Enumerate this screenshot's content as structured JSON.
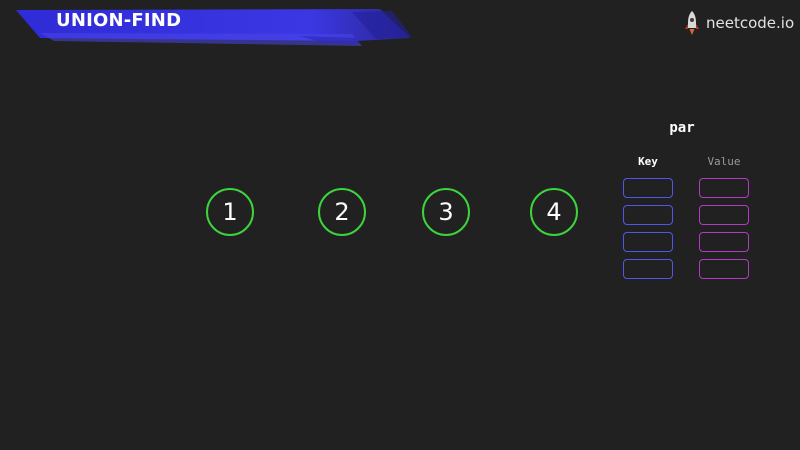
{
  "header": {
    "title": "UNION-FIND",
    "accent_color": "#3b37e3"
  },
  "brand": {
    "icon": "rocket-icon",
    "name": "neetcode.io"
  },
  "graph": {
    "node_color": "#3cd33c",
    "nodes": [
      {
        "label": "1"
      },
      {
        "label": "2"
      },
      {
        "label": "3"
      },
      {
        "label": "4"
      }
    ]
  },
  "par_table": {
    "title": "par",
    "key_header": "Key",
    "value_header": "Value",
    "key_color": "#4c59e6",
    "value_color": "#b13ac2",
    "rows": [
      {
        "key": "",
        "value": ""
      },
      {
        "key": "",
        "value": ""
      },
      {
        "key": "",
        "value": ""
      },
      {
        "key": "",
        "value": ""
      }
    ]
  }
}
